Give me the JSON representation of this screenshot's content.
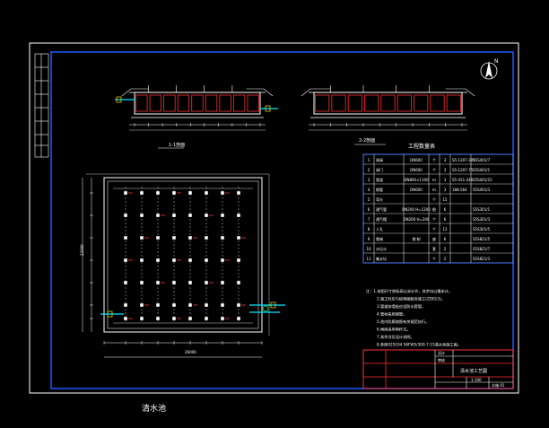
{
  "drawing": {
    "section1_label": "1-1剖面",
    "section2_label": "2-2剖面",
    "table_title": "工程数量表",
    "table_rows": [
      {
        "no": "1",
        "name": "闸阀",
        "spec": "DN600",
        "unit": "个",
        "qty": "3",
        "ref": "S5-1207-305",
        "code": "S5S401/7"
      },
      {
        "no": "2",
        "name": "阀门",
        "spec": "DN600",
        "unit": "个",
        "qty": "3",
        "ref": "S5-1207-75",
        "code": "S5S401/1"
      },
      {
        "no": "3",
        "name": "管道",
        "spec": "DN800×1100",
        "unit": "m",
        "qty": "3",
        "ref": "S5-451-246",
        "code": "S5S401/15"
      },
      {
        "no": "4",
        "name": "钢管",
        "spec": "DN600",
        "unit": "m",
        "qty": "3",
        "ref": "188-564",
        "code": "S5S401/3"
      },
      {
        "no": "5",
        "name": "弯头",
        "spec": "",
        "unit": "个",
        "qty": "15",
        "ref": "",
        "code": ""
      },
      {
        "no": "6",
        "name": "通气管",
        "spec": "DN200 H=1200",
        "unit": "根",
        "qty": "6",
        "ref": "",
        "code": "S5S301/1"
      },
      {
        "no": "7",
        "name": "通气帽",
        "spec": "DN200 H=200",
        "unit": "个",
        "qty": "6",
        "ref": "",
        "code": "S5S301/3"
      },
      {
        "no": "8",
        "name": "人孔",
        "spec": "",
        "unit": "个",
        "qty": "12",
        "ref": "",
        "code": "S5S301/5"
      },
      {
        "no": "9",
        "name": "爬梯",
        "spec": "钢 制",
        "unit": "座",
        "qty": "6",
        "ref": "",
        "code": "S5S821/5"
      },
      {
        "no": "10",
        "name": "水位计",
        "spec": "",
        "unit": "套",
        "qty": "2",
        "ref": "",
        "code": "S5S821/7"
      },
      {
        "no": "11",
        "name": "集水坑",
        "spec": "",
        "unit": "个",
        "qty": "2",
        "ref": "",
        "code": "S5S821/3"
      }
    ],
    "notes": [
      "注：1.本图尺寸除标高以米计外，其余均以毫米计。",
      "2.施工时应与结构图配合施工(ZD013)。",
      "3.管道穿墙处应设防水套管。",
      "4.管材采用钢管。",
      "5.池内防腐按照有关规范执行。",
      "6.闸阀采用明杆式。",
      "7.其余详见设计说明。",
      "8.参照02S104 S6FW5/300-7-15清水池施工图。"
    ],
    "title_block": {
      "design": "设计",
      "check": "审核",
      "drawing_name": "清水池工艺图",
      "scale": "1:100",
      "sheet": "水施-01"
    },
    "caption": "清水池",
    "north_label": "N",
    "plan_width_dim": "26000",
    "plan_height_dim": "22000"
  }
}
